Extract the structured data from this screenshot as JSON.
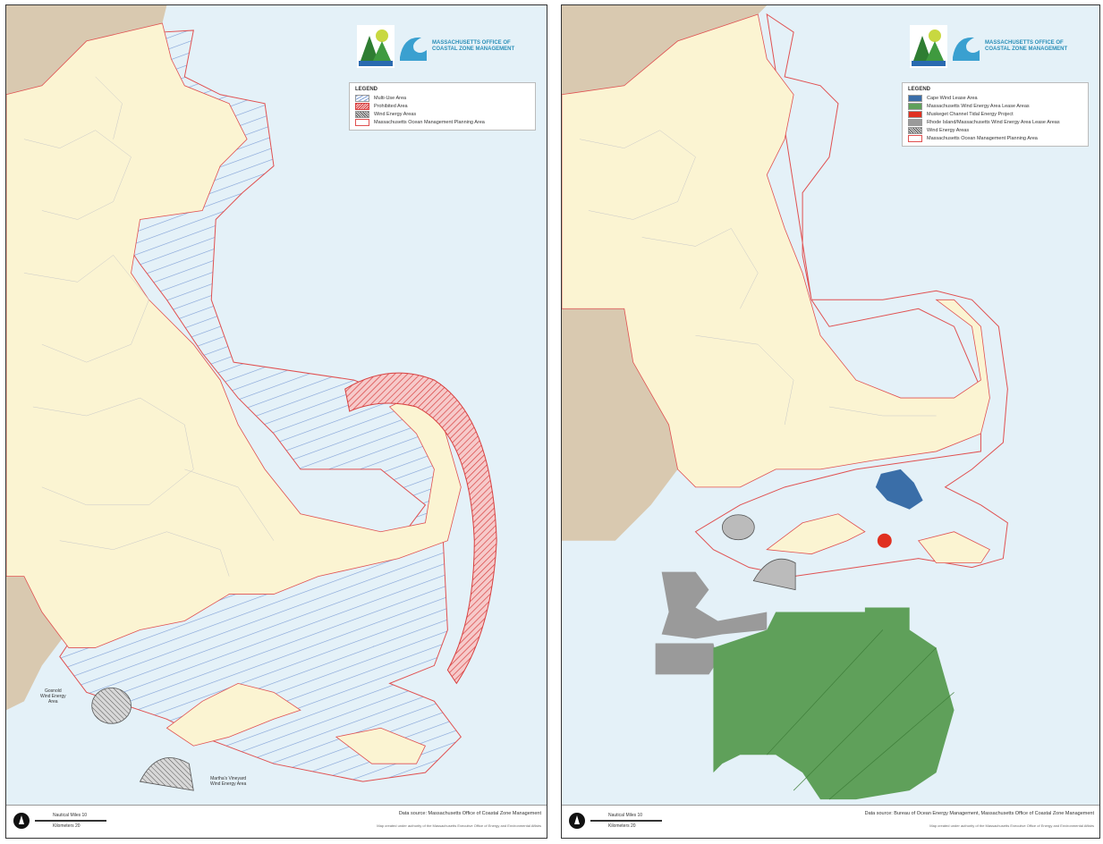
{
  "left": {
    "logo_text": "Massachusetts Office of Coastal Zone Management",
    "legend": {
      "title": "LEGEND",
      "items": [
        {
          "label": "Multi-Use Area",
          "swatch": "hatch-blue"
        },
        {
          "label": "Prohibited Area",
          "swatch": "hatch-red"
        },
        {
          "label": "Wind Energy Areas",
          "swatch": "hatch-gray"
        },
        {
          "label": "Massachusetts Ocean Management Planning Area",
          "swatch": "outline-red"
        }
      ]
    },
    "labels": {
      "gosnold": "Gosnold\nWind Energy\nArea",
      "martha": "Martha's Vineyard\nWind Energy Area"
    },
    "scale": {
      "miles": "Nautical Miles  10",
      "km": "Kilometers  20"
    },
    "credit": "Data source: Massachusetts Office of Coastal Zone Management",
    "credit2": "Map created under authority of the Massachusetts Executive Office of Energy and Environmental Affairs"
  },
  "right": {
    "logo_text": "Massachusetts Office of Coastal Zone Management",
    "legend": {
      "title": "LEGEND",
      "items": [
        {
          "label": "Cape Wind Lease Area",
          "swatch": "solid-blue"
        },
        {
          "label": "Massachusetts Wind Energy Area Lease Areas",
          "swatch": "solid-green"
        },
        {
          "label": "Muskeget Channel Tidal Energy Project",
          "swatch": "solid-red"
        },
        {
          "label": "Rhode Island/Massachusetts Wind Energy Area Lease Areas",
          "swatch": "solid-gray"
        },
        {
          "label": "Wind Energy Areas",
          "swatch": "hatch-gray"
        },
        {
          "label": "Massachusetts Ocean Management Planning Area",
          "swatch": "outline-red"
        }
      ]
    },
    "scale": {
      "miles": "Nautical Miles  10",
      "km": "Kilometers  20"
    },
    "credit": "Data source: Bureau of Ocean Energy Management, Massachusetts Office of Coastal Zone Management",
    "credit2": "Map created under authority of the Massachusetts Executive Office of Energy and Environmental Affairs"
  },
  "colors": {
    "water": "#e4f1f8",
    "land": "#fbf4d2",
    "other_state": "#d9c9b0",
    "boundary": "#e05050",
    "hatch_blue": "#7f9fd6",
    "hatch_red": "#d84040",
    "wind_gray": "#999999",
    "green": "#5fa05a",
    "blue": "#3a6ea8",
    "red": "#e03020"
  }
}
